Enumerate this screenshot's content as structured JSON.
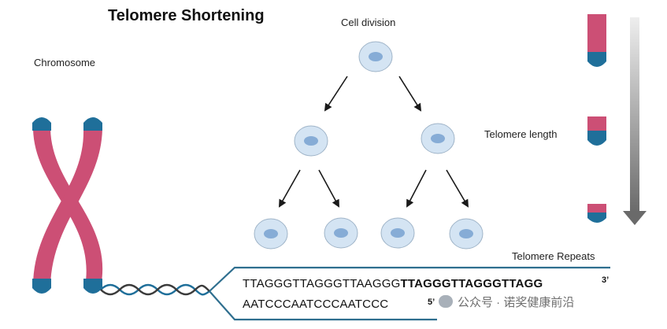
{
  "diagram": {
    "title": "Telomere Shortening",
    "labels": {
      "chromosome": "Chromosome",
      "cell_division": "Cell division",
      "telomere_length": "Telomere length",
      "telomere_repeats": "Telomere Repeats"
    },
    "sequence": {
      "top_plain": "TTAGGGTTAGGGTTAAGGG",
      "top_bold": "TTAGGGTTAGGGTTAGG",
      "top_end": "3’",
      "bottom": "AATCCCAATCCCAATCCC",
      "bottom_end": "5’"
    },
    "watermark": "公众号 · 诺奖健康前沿",
    "colors": {
      "chromatid": "#cc4f75",
      "telomere_cap": "#1f6f9a",
      "cell_fill": "#d4e4f3",
      "cell_nucleus": "#86acd6",
      "strand_line": "#2f6f8f",
      "arrow_gradient_top": "#e2e2e2",
      "arrow_gradient_bottom": "#6e6e6e"
    }
  }
}
